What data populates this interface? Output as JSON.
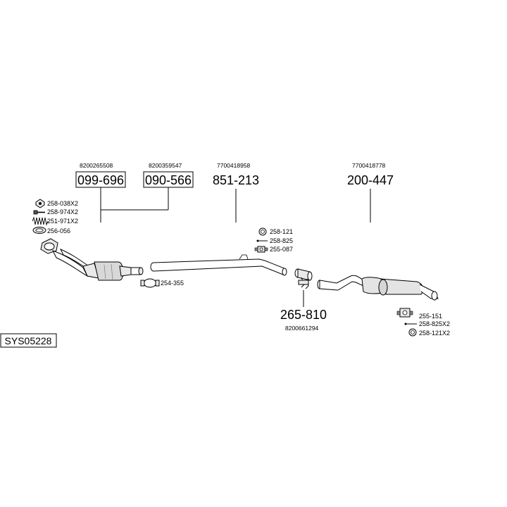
{
  "system_code": "SYS05228",
  "parts": [
    {
      "oem": "8200265508",
      "number": "099-696",
      "boxed": true
    },
    {
      "oem": "8200359547",
      "number": "090-566",
      "boxed": true
    },
    {
      "oem": "7700418958",
      "number": "851-213",
      "boxed": false
    },
    {
      "oem": "7700418778",
      "number": "200-447",
      "boxed": false
    },
    {
      "oem": "8200661294",
      "number": "265-810",
      "boxed": false
    }
  ],
  "accessories": {
    "front": [
      "258-038X2",
      "258-974X2",
      "251-971X2",
      "256-056"
    ],
    "middle": [
      "258-121",
      "258-825",
      "255-087"
    ],
    "clamp": "254-355",
    "rear": [
      "255-151",
      "258-825X2",
      "258-121X2"
    ]
  },
  "icons": {
    "nut": "nut-icon",
    "bolt": "bolt-icon",
    "spring": "spring-icon",
    "ring": "ring-icon",
    "gasket": "gasket-icon",
    "bracket": "bracket-icon",
    "clamp": "clamp-icon"
  }
}
